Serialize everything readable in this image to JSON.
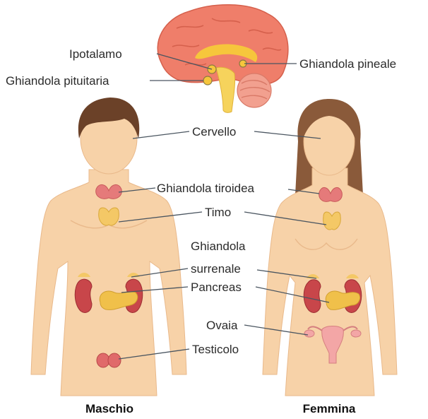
{
  "labels": {
    "hypothalamus": "Ipotalamo",
    "pineal": "Ghiandola pineale",
    "pituitary": "Ghiandola pituitaria",
    "brain": "Cervello",
    "thyroid": "Ghiandola tiroidea",
    "thymus": "Timo",
    "adrenal_line1": "Ghiandola",
    "adrenal_line2": "surrenale",
    "pancreas": "Pancreas",
    "ovaries": "Ovaia",
    "testes": "Testicolo"
  },
  "captions": {
    "male": "Maschio",
    "female": "Femmina"
  },
  "colors": {
    "skin": "#f7d2a8",
    "skin_shade": "#e9b98b",
    "hair_male": "#6b4128",
    "hair_female": "#8a5a3a",
    "brain": "#ef7e6a",
    "brain_inner": "#f6c63c",
    "cerebellum": "#f2a08f",
    "thyroid": "#e57a7a",
    "thymus": "#f4c866",
    "kidney": "#c8464a",
    "pancreas": "#f0c04a",
    "uterus": "#f3a6a6",
    "line": "#4a5560"
  }
}
